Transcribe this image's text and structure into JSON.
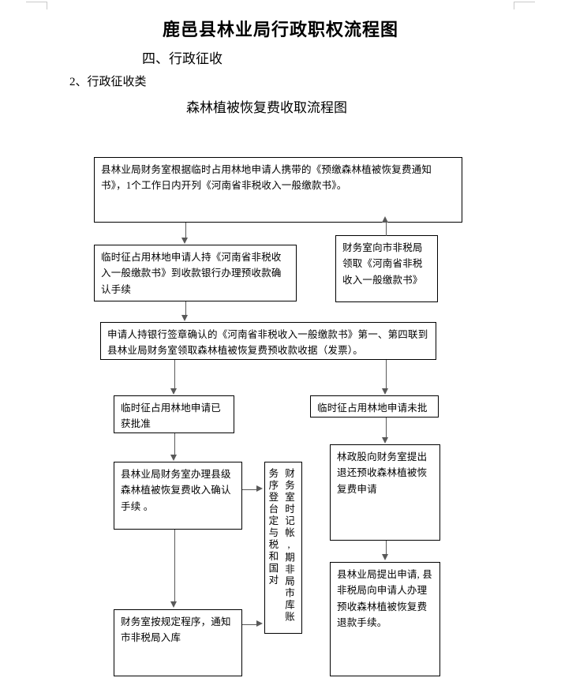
{
  "document": {
    "title": "鹿邑县林业局行政职权流程图",
    "subtitle": "四、行政征收",
    "section_label": "2、行政征收类",
    "chart_title": "森林植被恢复费收取流程图"
  },
  "nodes": {
    "n1": "县林业局财务室根据临时占用林地申请人携带的《预缴森林植被恢复费通知书》，1个工作日内开列《河南省非税收入一般缴款书》。",
    "n2": "临时征占用林地申请人持《河南省非税收入一般缴款书》到收款银行办理预收款确认手续",
    "n3": "财务室向市非税局领取《河南省非税收入一般缴款书》",
    "n4": "申请人持银行签章确认的《河南省非税收入一般缴款书》第一、第四联到县林业局财务室领取森林植被恢复费预收款收据（发票）。",
    "n5": "临时征占用林地申请已获批准",
    "n6": "临时征占用林地申请未批",
    "n7": "县林业局财务室办理县级森林植被恢复费收入确认手续 。",
    "n8": "林政股向财务室提出退还预收森林植被恢复费申请",
    "n9": "财务室按规定程序，通知市非税局入库",
    "n10": "县林业局提出申请, 县非税局向申请人办理预收森林植被恢复费退款手续。",
    "n11": "财务室时记帐,期非局市库账务序登台定与税和国对"
  },
  "colors": {
    "ink": "#000000",
    "connector": "#595959",
    "page": "#ffffff",
    "margin_mark": "#c9c9c9"
  }
}
